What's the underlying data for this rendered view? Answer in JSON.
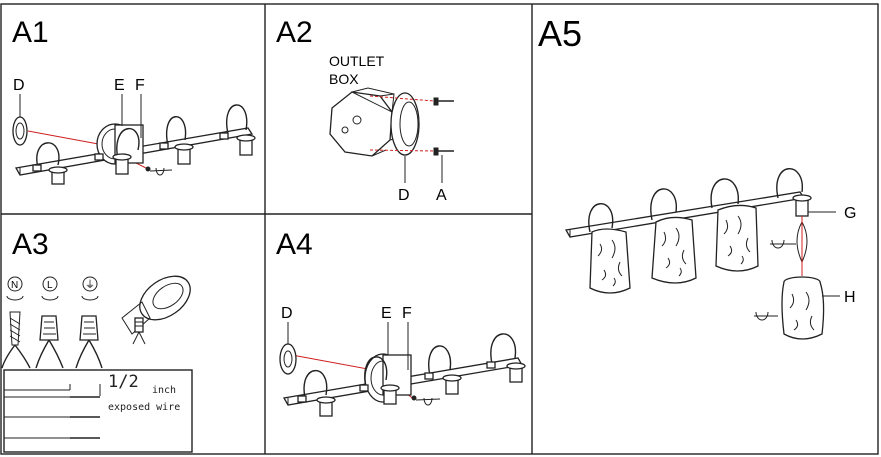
{
  "panels": {
    "a1": {
      "title": "A1",
      "labels": {
        "d": "D",
        "e": "E",
        "f": "F"
      }
    },
    "a2": {
      "title": "A2",
      "outlet_line1": "OUTLET",
      "outlet_line2": "BOX",
      "labels": {
        "d": "D",
        "a": "A"
      }
    },
    "a3": {
      "title": "A3",
      "wire_icons": [
        "N",
        "L",
        "⏚"
      ],
      "measure_value": "1/2",
      "measure_unit": "inch",
      "measure_caption": "exposed wire"
    },
    "a4": {
      "title": "A4",
      "labels": {
        "d": "D",
        "e": "E",
        "f": "F"
      }
    },
    "a5": {
      "title": "A5",
      "labels": {
        "g": "G",
        "h": "H"
      }
    }
  }
}
